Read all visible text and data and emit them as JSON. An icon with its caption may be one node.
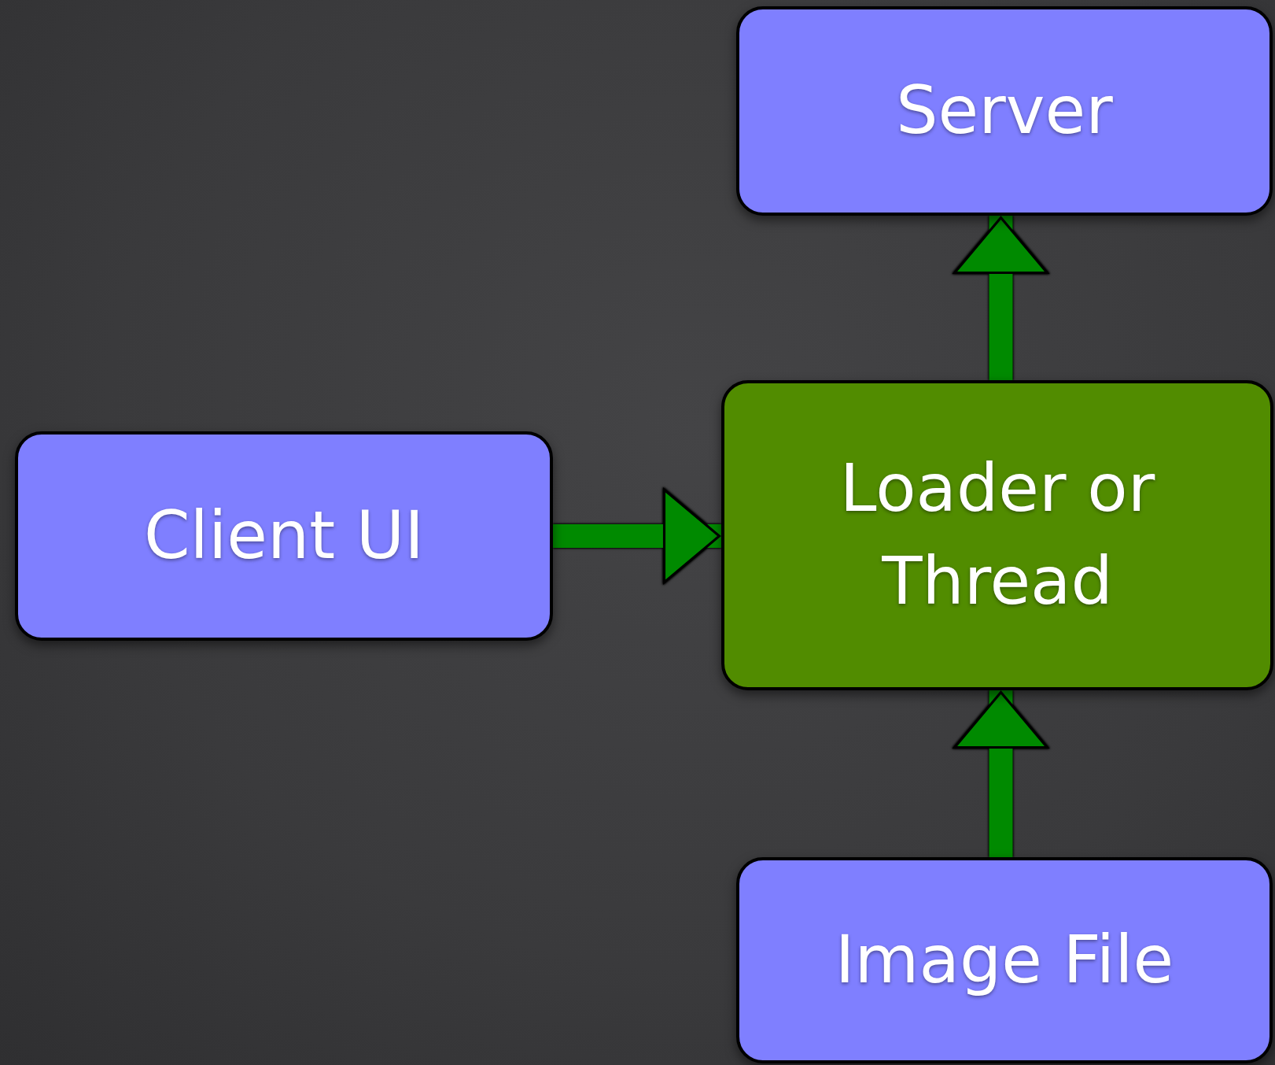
{
  "diagram": {
    "nodes": [
      {
        "text": [
          "Server"
        ]
      },
      {
        "text": [
          "Client UI"
        ]
      },
      {
        "text": [
          "Loader or Thread"
        ]
      },
      {
        "text": [
          "Image File"
        ]
      }
    ],
    "edges": [
      {
        "from": 1,
        "to": 2,
        "arrow": "to"
      },
      {
        "from": 2,
        "to": 0,
        "arrow": "to"
      },
      {
        "from": 3,
        "to": 2,
        "arrow": "to"
      }
    ]
  }
}
